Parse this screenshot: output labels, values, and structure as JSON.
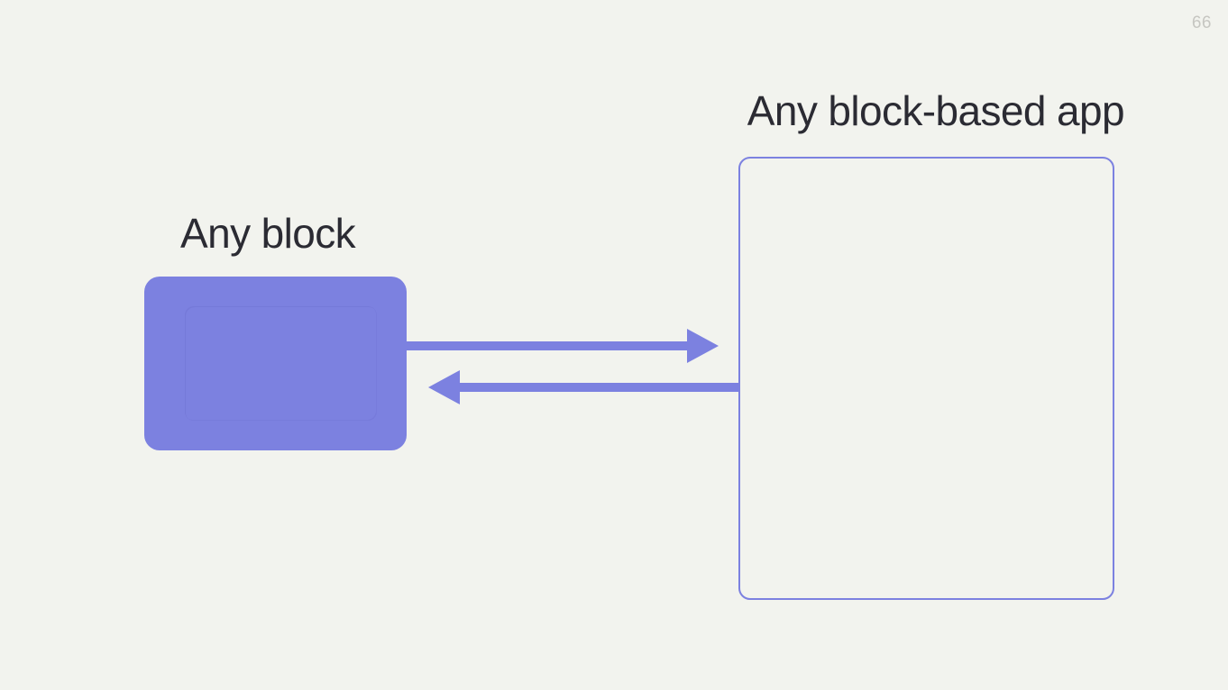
{
  "slide": {
    "page_number": "66",
    "background_color": "#f2f3ee",
    "accent_color": "#7c81e0",
    "text_color": "#2b2b33",
    "page_number_color": "#c6c6c1"
  },
  "headings": {
    "block_label": "Any block",
    "app_label": "Any block-based app"
  },
  "diagram": {
    "type": "flow",
    "nodes": [
      {
        "id": "block",
        "label": "Any block",
        "shape": "rounded-rectangle",
        "fill": "#7c81e0",
        "style": "solid"
      },
      {
        "id": "app",
        "label": "Any block-based app",
        "shape": "rounded-rectangle",
        "fill": "transparent",
        "stroke": "#7c81e0",
        "style": "outline"
      }
    ],
    "edges": [
      {
        "id": "block-to-app",
        "from": "block",
        "to": "app",
        "direction": "right",
        "color": "#7c81e0"
      },
      {
        "id": "app-to-block",
        "from": "app",
        "to": "block",
        "direction": "left",
        "color": "#7c81e0"
      }
    ]
  }
}
